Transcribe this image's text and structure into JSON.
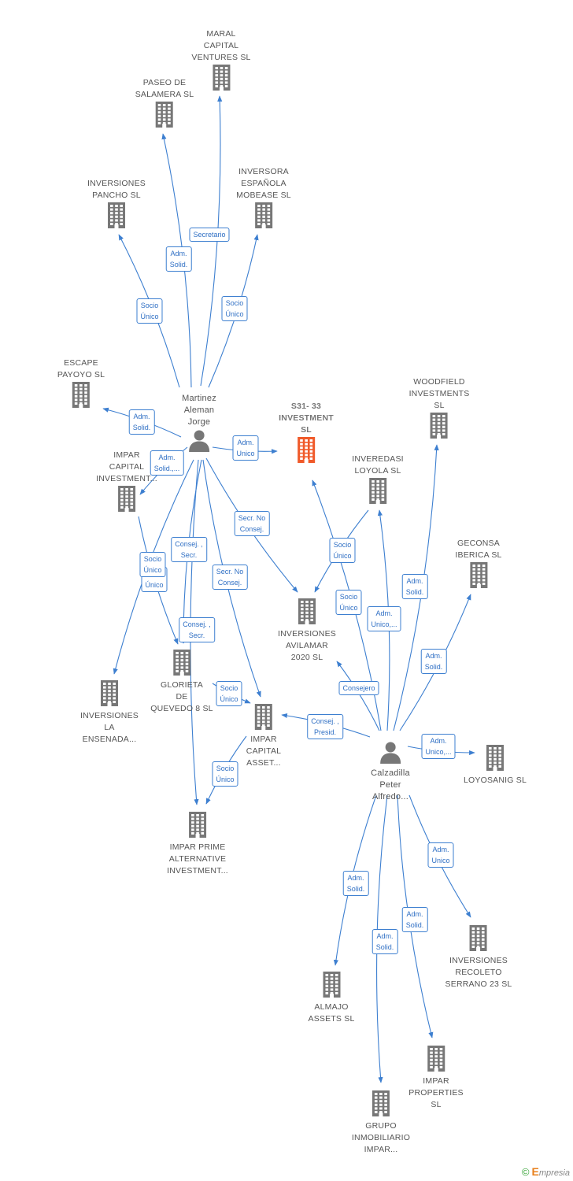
{
  "colors": {
    "edge": "#3d7fd0",
    "building": "#777777",
    "building_main": "#f05a2a",
    "person": "#777777"
  },
  "nodes": [
    {
      "id": "maral",
      "label": "MARAL\nCAPITAL\nVENTURES  SL",
      "type": "company"
    },
    {
      "id": "paseo",
      "label": "PASEO DE\nSALAMERA  SL",
      "type": "company"
    },
    {
      "id": "pancho",
      "label": "INVERSIONES\nPANCHO  SL",
      "type": "company"
    },
    {
      "id": "mobease",
      "label": "INVERSORA\nESPAÑOLA\nMOBEASE  SL",
      "type": "company"
    },
    {
      "id": "escape",
      "label": "ESCAPE\nPAYOYO  SL",
      "type": "company"
    },
    {
      "id": "martinez",
      "label": "Martinez\nAleman\nJorge",
      "type": "person"
    },
    {
      "id": "s31",
      "label": "S31- 33\nINVESTMENT\nSL",
      "type": "main"
    },
    {
      "id": "woodfield",
      "label": "WOODFIELD\nINVESTMENTS\nSL",
      "type": "company"
    },
    {
      "id": "impar_cap_inv",
      "label": "IMPAR\nCAPITAL\nINVESTMENT...",
      "type": "company"
    },
    {
      "id": "inveredasi",
      "label": "INVEREDASI\nLOYOLA SL",
      "type": "company"
    },
    {
      "id": "geconsa",
      "label": "GECONSA\nIBERICA  SL",
      "type": "company"
    },
    {
      "id": "avilamar",
      "label": "INVERSIONES\nAVILAMAR\n2020  SL",
      "type": "company"
    },
    {
      "id": "ensenada",
      "label": "INVERSIONES\nLA\nENSENADA...",
      "type": "company"
    },
    {
      "id": "glorieta",
      "label": "GLORIETA\nDE\nQUEVEDO 8  SL",
      "type": "company"
    },
    {
      "id": "impar_cap_asset",
      "label": "IMPAR\nCAPITAL\nASSET...",
      "type": "company"
    },
    {
      "id": "calzadilla",
      "label": "Calzadilla\nPeter\nAlfredo...",
      "type": "person"
    },
    {
      "id": "loyosanig",
      "label": "LOYOSANIG  SL",
      "type": "company"
    },
    {
      "id": "impar_prime",
      "label": "IMPAR PRIME\nALTERNATIVE\nINVESTMENT...",
      "type": "company"
    },
    {
      "id": "recoleto",
      "label": "INVERSIONES\nRECOLETO\nSERRANO 23 SL",
      "type": "company"
    },
    {
      "id": "almajo",
      "label": "ALMAJO\nASSETS  SL",
      "type": "company"
    },
    {
      "id": "impar_prop",
      "label": "IMPAR\nPROPERTIES\nSL",
      "type": "company"
    },
    {
      "id": "grupo",
      "label": "GRUPO\nINMOBILIARIO\nIMPAR...",
      "type": "company"
    }
  ],
  "edges": [
    {
      "from": "martinez",
      "to": "maral",
      "label": "Secretario"
    },
    {
      "from": "martinez",
      "to": "paseo",
      "label": "Adm.\nSolid."
    },
    {
      "from": "martinez",
      "to": "pancho",
      "label": "Socio\nÚnico"
    },
    {
      "from": "martinez",
      "to": "mobease",
      "label": "Socio\nÚnico"
    },
    {
      "from": "martinez",
      "to": "escape",
      "label": "Adm.\nSolid."
    },
    {
      "from": "martinez",
      "to": "s31",
      "label": "Adm.\nUnico"
    },
    {
      "from": "martinez",
      "to": "impar_cap_inv",
      "label": "Adm.\nSolid.,..."
    },
    {
      "from": "martinez",
      "to": "avilamar",
      "label": "Secr.  No\nConsej."
    },
    {
      "from": "martinez",
      "to": "ensenada",
      "label": "Socio\nÚnico"
    },
    {
      "from": "martinez",
      "to": "glorieta",
      "label": "Consej. ,\nSecr."
    },
    {
      "from": "martinez",
      "to": "impar_cap_asset",
      "label": "Secr.  No\nConsej."
    },
    {
      "from": "martinez",
      "to": "impar_prime",
      "label": "Consej. ,\nSecr."
    },
    {
      "from": "impar_cap_inv",
      "to": "glorieta",
      "label": "Socio\nÚnico"
    },
    {
      "from": "glorieta",
      "to": "impar_cap_asset",
      "label": "Socio\nÚnico"
    },
    {
      "from": "impar_cap_asset",
      "to": "impar_prime",
      "label": "Socio\nÚnico"
    },
    {
      "from": "inveredasi",
      "to": "avilamar",
      "label": "Socio\nÚnico"
    },
    {
      "from": "calzadilla",
      "to": "s31",
      "label": "Socio\nÚnico"
    },
    {
      "from": "calzadilla",
      "to": "inveredasi",
      "label": "Adm.\nUnico,..."
    },
    {
      "from": "calzadilla",
      "to": "woodfield",
      "label": "Adm.\nSolid."
    },
    {
      "from": "calzadilla",
      "to": "geconsa",
      "label": "Adm.\nSolid."
    },
    {
      "from": "calzadilla",
      "to": "avilamar",
      "label": "Consejero"
    },
    {
      "from": "calzadilla",
      "to": "impar_cap_asset",
      "label": "Consej. ,\nPresid."
    },
    {
      "from": "calzadilla",
      "to": "loyosanig",
      "label": "Adm.\nUnico,..."
    },
    {
      "from": "calzadilla",
      "to": "recoleto",
      "label": "Adm.\nUnico"
    },
    {
      "from": "calzadilla",
      "to": "almajo",
      "label": "Adm.\nSolid."
    },
    {
      "from": "calzadilla",
      "to": "impar_prop",
      "label": "Adm.\nSolid."
    },
    {
      "from": "calzadilla",
      "to": "grupo",
      "label": "Adm.\nSolid."
    }
  ],
  "footer": {
    "copyright": "©",
    "brand_initial": "E",
    "brand_rest": "mpresia"
  }
}
